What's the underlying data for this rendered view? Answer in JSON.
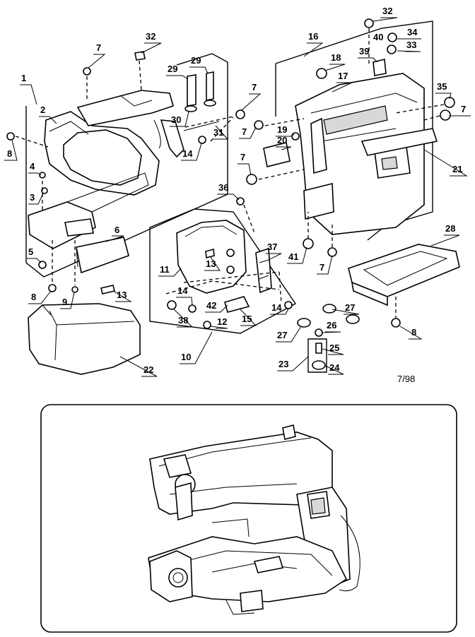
{
  "diagram": {
    "labels": {
      "p1": "1",
      "p2": "2",
      "p3": "3",
      "p4": "4",
      "p5": "5",
      "p6": "6",
      "p7": "7",
      "p8": "8",
      "p9": "9",
      "p10": "10",
      "p11": "11",
      "p12": "12",
      "p13": "13",
      "p14": "14",
      "p15": "15",
      "p16": "16",
      "p17": "17",
      "p18": "18",
      "p19": "19",
      "p20": "20",
      "p21": "21",
      "p22": "22",
      "p23": "23",
      "p24": "24",
      "p25": "25",
      "p26": "26",
      "p27": "27",
      "p28": "28",
      "p29": "29",
      "p30": "30",
      "p31": "31",
      "p32": "32",
      "p33": "33",
      "p34": "34",
      "p35": "35",
      "p36": "36",
      "p37": "37",
      "p38": "38",
      "p39": "39",
      "p40": "40",
      "p41": "41",
      "p42": "42"
    },
    "date_code": "7/98"
  }
}
